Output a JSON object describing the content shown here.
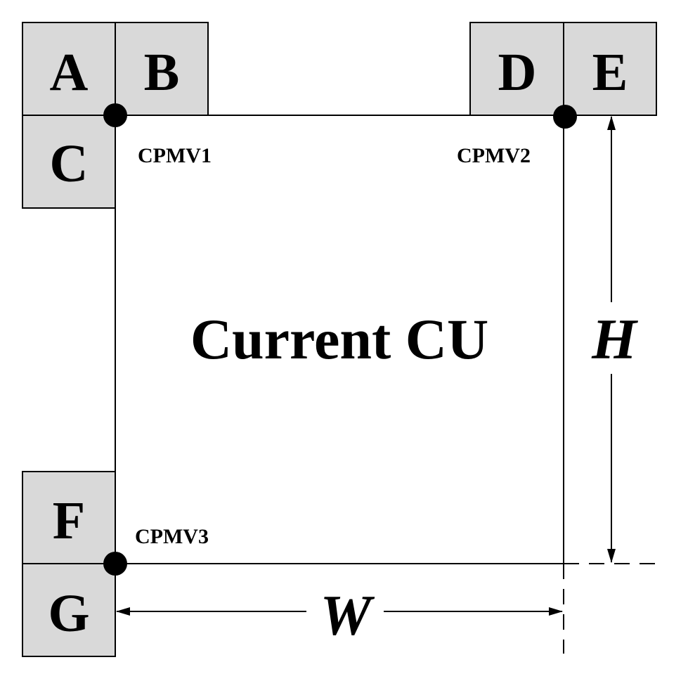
{
  "colors": {
    "block_fill": "#d9d9d9",
    "stroke": "#000000",
    "background": "#ffffff"
  },
  "blocks": {
    "A": "A",
    "B": "B",
    "C": "C",
    "D": "D",
    "E": "E",
    "F": "F",
    "G": "G"
  },
  "cu_label": "Current CU",
  "control_points": {
    "cpmv1": "CPMV1",
    "cpmv2": "CPMV2",
    "cpmv3": "CPMV3"
  },
  "dimensions": {
    "width_label": "W",
    "height_label": "H"
  }
}
